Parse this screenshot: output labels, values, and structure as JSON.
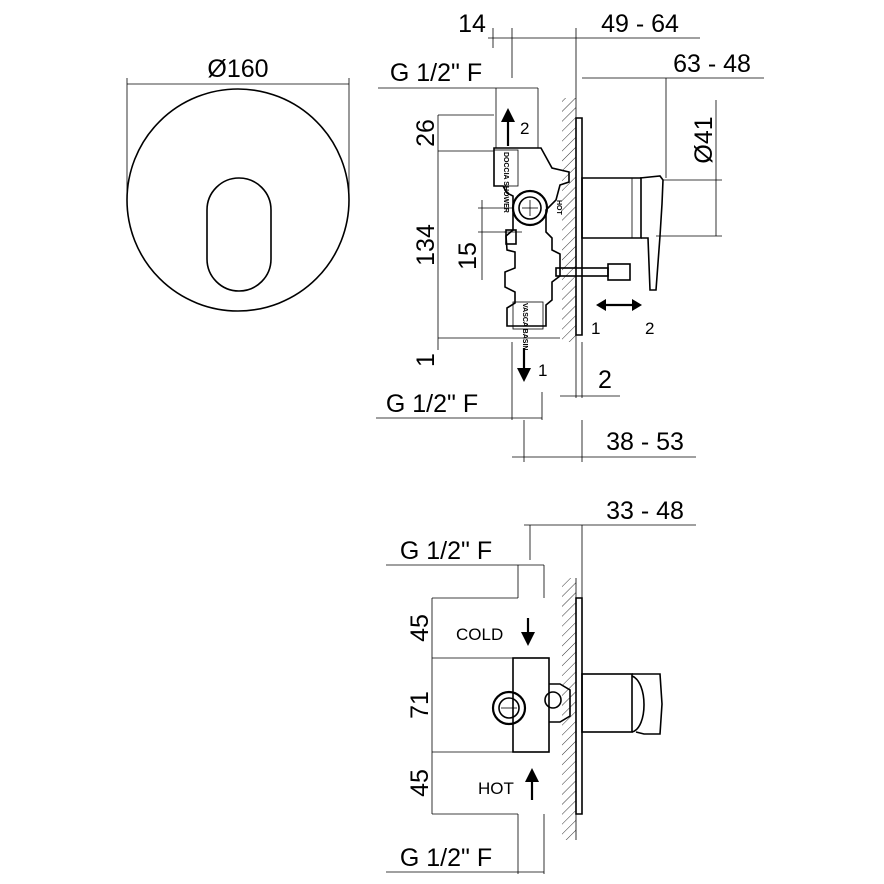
{
  "front_view": {
    "diameter_label": "Ø160"
  },
  "side_view": {
    "dims": {
      "d14": "14",
      "d49_64": "49 - 64",
      "d63_48": "63 - 48",
      "d41": "Ø41",
      "d26": "26",
      "d134": "134",
      "d15": "15",
      "d1": "1",
      "d2": "2",
      "d38_53": "38 - 53"
    },
    "thread_top": "G 1/2\" F",
    "thread_bottom": "G 1/2\" F",
    "outlet_up_num": "2",
    "outlet_down_num": "1",
    "toggle_left": "1",
    "toggle_right": "2",
    "body_label_top": "DOCCIA SHOWER",
    "body_label_bottom": "VASCA BASIN",
    "body_label_hot": "HOT"
  },
  "bottom_view": {
    "dims": {
      "d33_48": "33 - 48",
      "d45_top": "45",
      "d71": "71",
      "d45_bottom": "45"
    },
    "thread_top": "G 1/2\" F",
    "thread_bottom": "G 1/2\" F",
    "cold_label": "COLD",
    "hot_label": "HOT"
  }
}
